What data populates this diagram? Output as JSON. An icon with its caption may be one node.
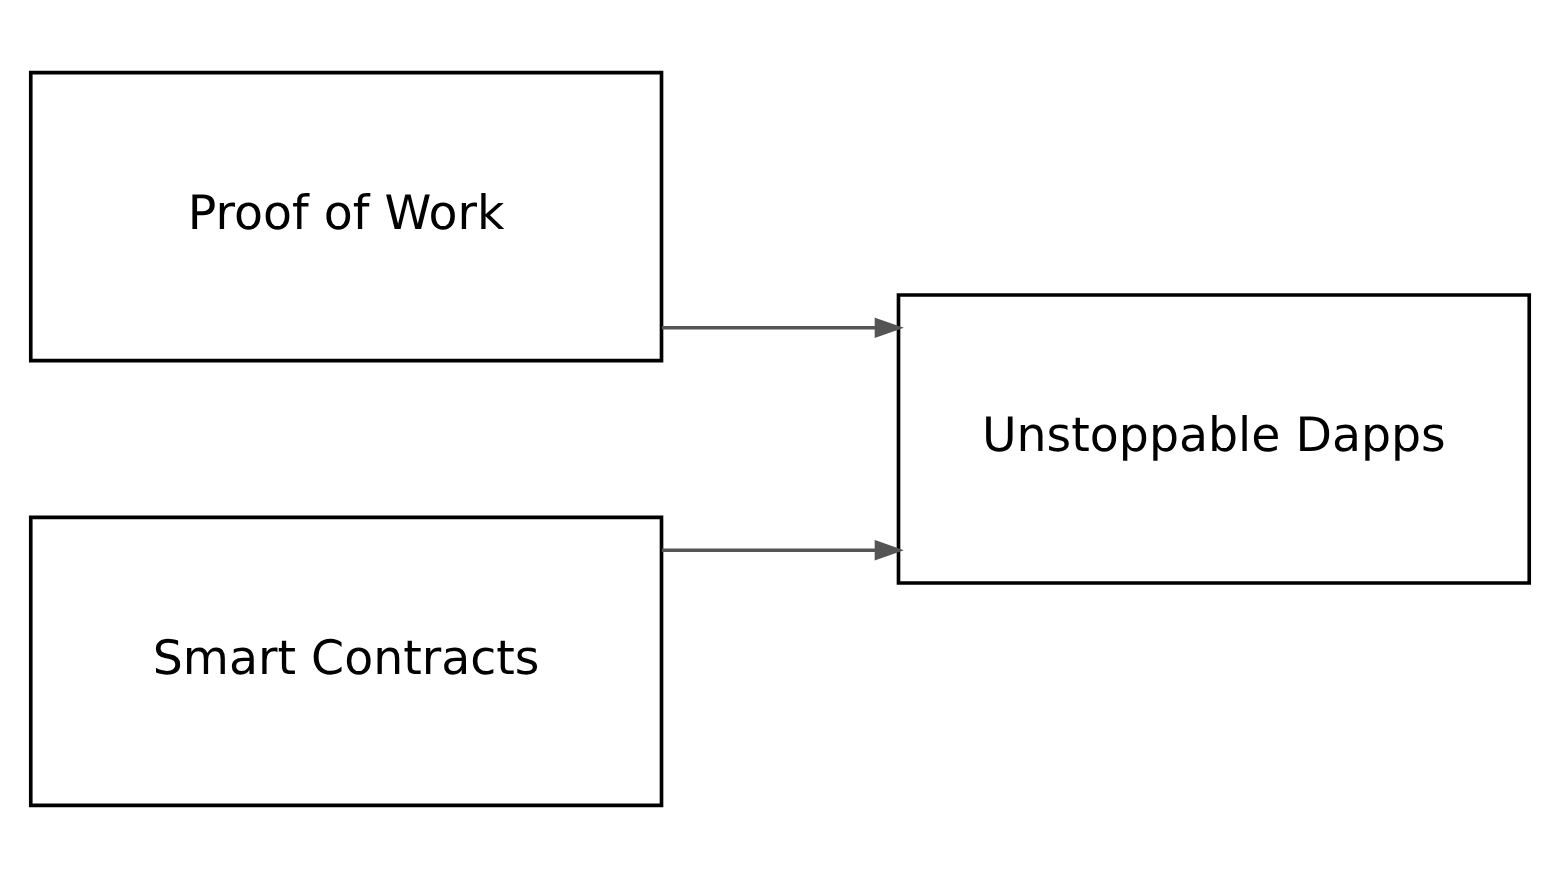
{
  "diagram": {
    "nodes": [
      {
        "text": [
          "Proof of Work"
        ]
      },
      {
        "text": [
          "Smart Contracts"
        ]
      },
      {
        "text": [
          "Unstoppable Dapps"
        ]
      }
    ],
    "edges": [
      {
        "from": 0,
        "to": 2,
        "arrow": "to"
      },
      {
        "from": 1,
        "to": 2,
        "arrow": "to"
      }
    ]
  }
}
